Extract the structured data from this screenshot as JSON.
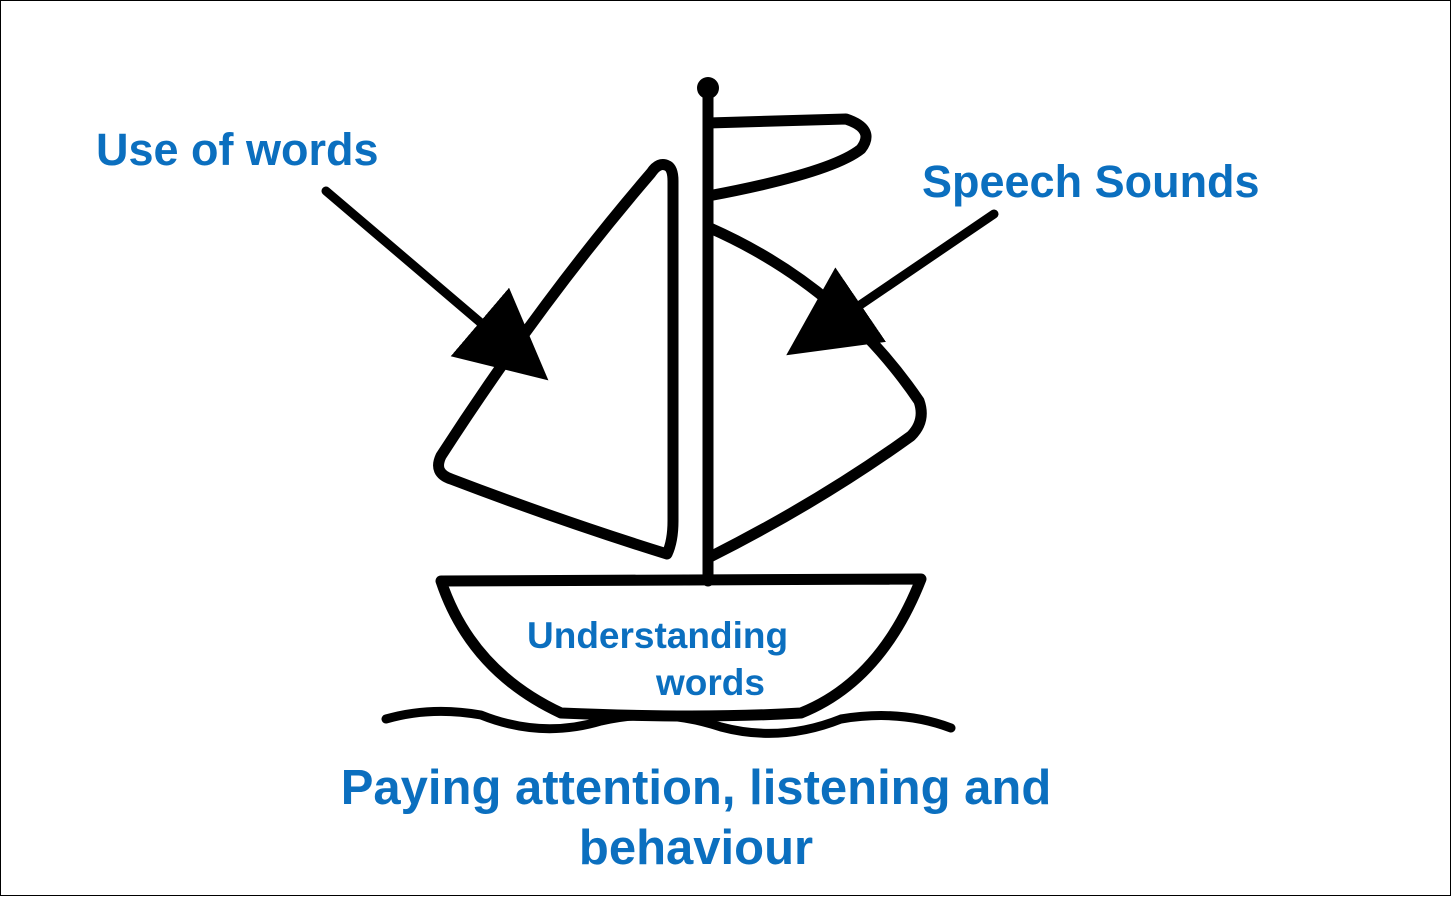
{
  "colors": {
    "label_text": "#0b6fbf",
    "line_art": "#000000",
    "background": "#ffffff"
  },
  "icons": {
    "boat": "sailboat-icon",
    "arrow": "arrow-icon"
  },
  "labels": {
    "use_of_words": "Use of words",
    "speech_sounds": "Speech Sounds",
    "understanding": "Understanding",
    "words": "words",
    "paying_attention_line1": "Paying attention, listening and",
    "paying_attention_line2": "behaviour"
  }
}
